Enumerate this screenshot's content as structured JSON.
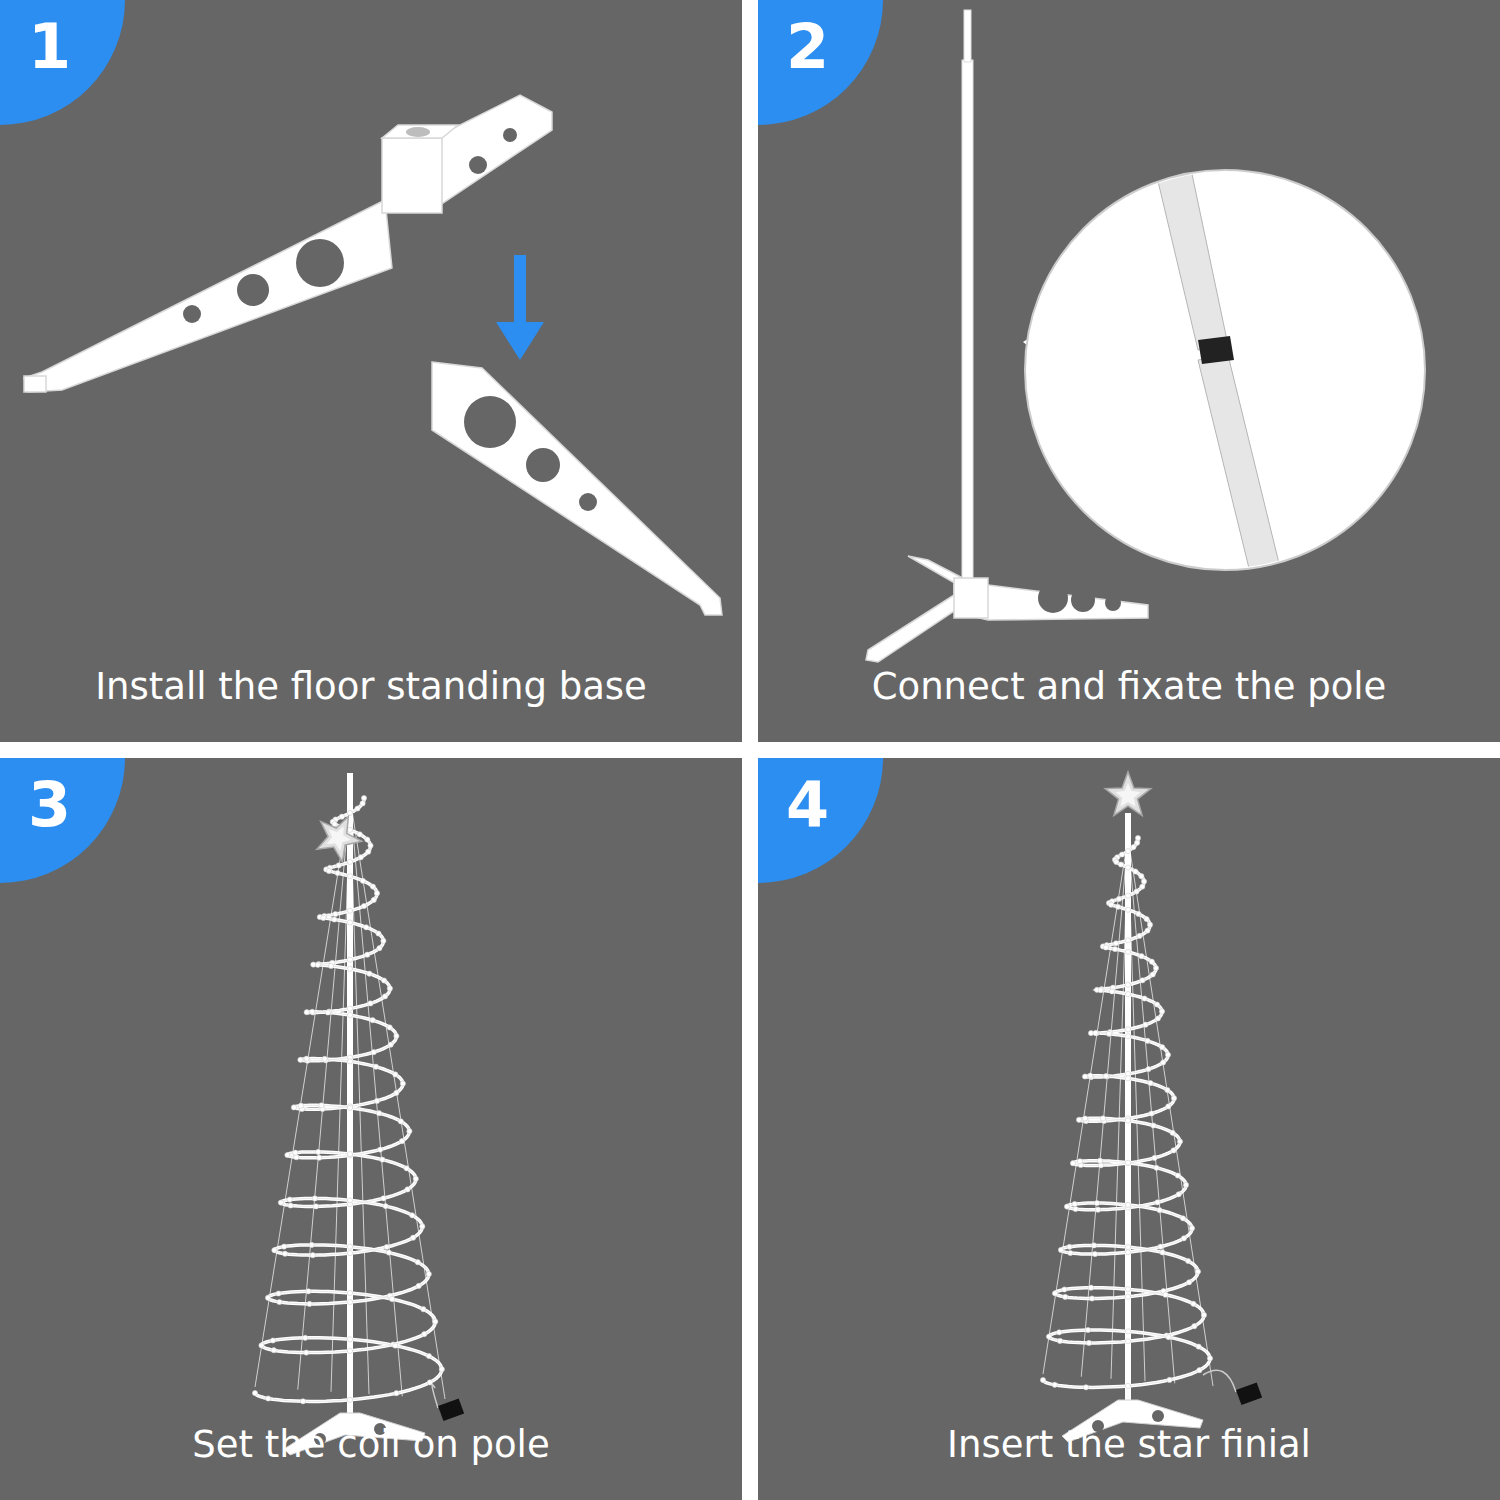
{
  "diagram": {
    "nodes": [
      {
        "text": [
          "Install the floor standing base"
        ]
      },
      {
        "text": [
          "1"
        ],
        "in": 0
      },
      {
        "text": [
          "Connect and fixate the pole"
        ]
      },
      {
        "text": [
          "2"
        ],
        "in": 2
      },
      {
        "text": [
          "Set the coil on pole"
        ]
      },
      {
        "text": [
          "3"
        ],
        "in": 4
      },
      {
        "text": [
          "Insert the star finial"
        ]
      },
      {
        "text": [
          "4"
        ],
        "in": 6
      }
    ]
  }
}
